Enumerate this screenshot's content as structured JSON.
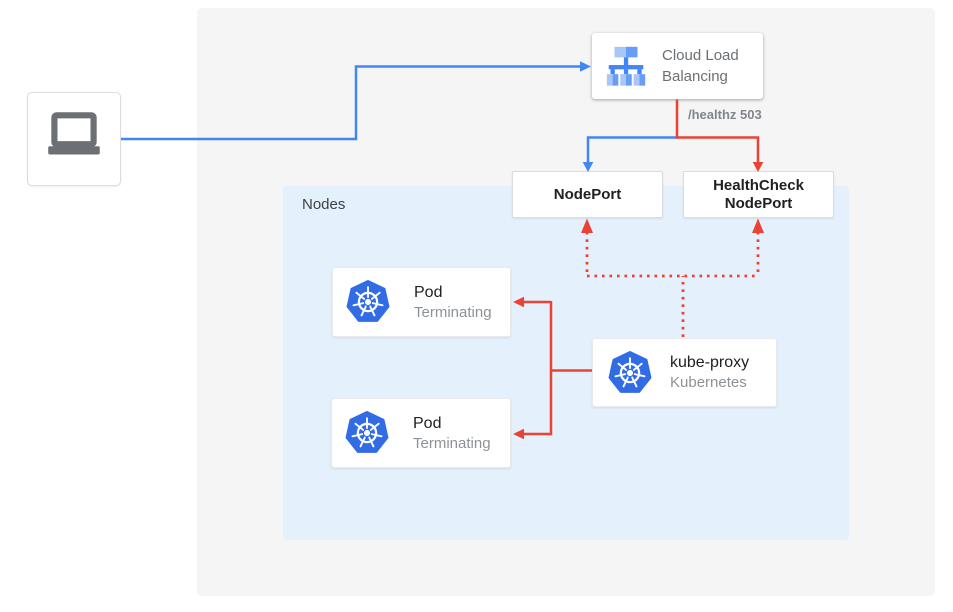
{
  "diagram": {
    "client": {
      "icon": "laptop-icon"
    },
    "cloud_load_balancing": {
      "label": "Cloud Load Balancing",
      "icon": "load-balancer-icon"
    },
    "health_check_label": "/healthz 503",
    "node_port": {
      "label": "NodePort"
    },
    "health_check_node_port": {
      "label_line1": "HealthCheck",
      "label_line2": "NodePort"
    },
    "nodes_group": {
      "label": "Nodes"
    },
    "pods": [
      {
        "title": "Pod",
        "status": "Terminating",
        "icon": "kubernetes-icon"
      },
      {
        "title": "Pod",
        "status": "Terminating",
        "icon": "kubernetes-icon"
      }
    ],
    "kube_proxy": {
      "title": "kube-proxy",
      "subtitle": "Kubernetes",
      "icon": "kubernetes-icon"
    },
    "colors": {
      "blue": "#4285f4",
      "red": "#ea4335",
      "k8s_blue": "#326ce5",
      "canvas_bg": "#f5f5f6",
      "nodes_bg": "#e4f1fc",
      "text_dark": "#202124",
      "text_gray": "#6b7075",
      "text_light_gray": "#8d9297"
    }
  }
}
